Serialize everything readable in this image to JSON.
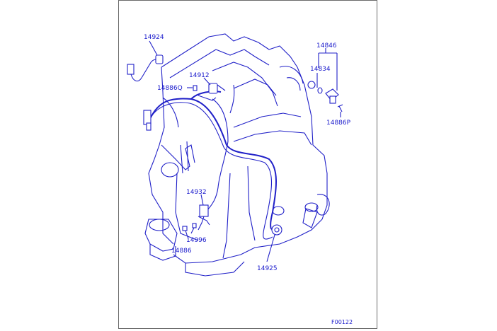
{
  "diagram": {
    "line_color": "#2020c8",
    "label_color": "#1a1acc",
    "labels": {
      "p14924": "14924",
      "p14912": "14912",
      "p14886q": "14886Q",
      "p14846": "14846",
      "p14834": "14834",
      "p14886p": "14886P",
      "p14932": "14932",
      "p14996": "14996",
      "p14886": "14886",
      "p14925": "14925",
      "figure_code": "F00122"
    }
  }
}
